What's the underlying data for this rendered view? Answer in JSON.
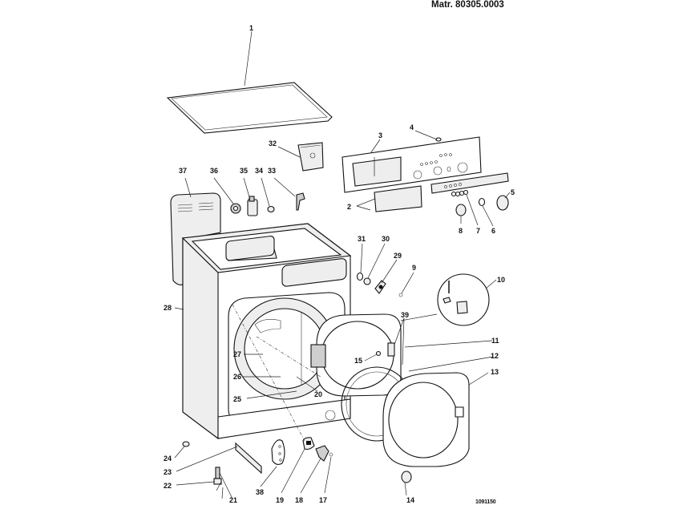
{
  "header": {
    "material_number": "Matr. 80305.0003"
  },
  "footer": {
    "document_number": "1091150"
  },
  "diagram": {
    "title": "Washing machine exploded parts view",
    "callouts": [
      {
        "id": "1",
        "label": "1"
      },
      {
        "id": "2",
        "label": "2"
      },
      {
        "id": "3",
        "label": "3"
      },
      {
        "id": "4",
        "label": "4"
      },
      {
        "id": "5",
        "label": "5"
      },
      {
        "id": "6",
        "label": "6"
      },
      {
        "id": "7",
        "label": "7"
      },
      {
        "id": "8",
        "label": "8"
      },
      {
        "id": "9",
        "label": "9"
      },
      {
        "id": "10",
        "label": "10"
      },
      {
        "id": "11",
        "label": "11"
      },
      {
        "id": "12",
        "label": "12"
      },
      {
        "id": "13",
        "label": "13"
      },
      {
        "id": "14",
        "label": "14"
      },
      {
        "id": "15",
        "label": "15"
      },
      {
        "id": "17",
        "label": "17"
      },
      {
        "id": "18",
        "label": "18"
      },
      {
        "id": "19",
        "label": "19"
      },
      {
        "id": "20",
        "label": "20"
      },
      {
        "id": "21",
        "label": "21"
      },
      {
        "id": "22",
        "label": "22"
      },
      {
        "id": "23",
        "label": "23"
      },
      {
        "id": "24",
        "label": "24"
      },
      {
        "id": "25",
        "label": "25"
      },
      {
        "id": "26",
        "label": "26"
      },
      {
        "id": "27",
        "label": "27"
      },
      {
        "id": "28",
        "label": "28"
      },
      {
        "id": "29",
        "label": "29"
      },
      {
        "id": "30",
        "label": "30"
      },
      {
        "id": "31",
        "label": "31"
      },
      {
        "id": "32",
        "label": "32"
      },
      {
        "id": "33",
        "label": "33"
      },
      {
        "id": "34",
        "label": "34"
      },
      {
        "id": "35",
        "label": "35"
      },
      {
        "id": "36",
        "label": "36"
      },
      {
        "id": "37",
        "label": "37"
      },
      {
        "id": "38",
        "label": "38"
      },
      {
        "id": "39",
        "label": "39"
      }
    ]
  }
}
